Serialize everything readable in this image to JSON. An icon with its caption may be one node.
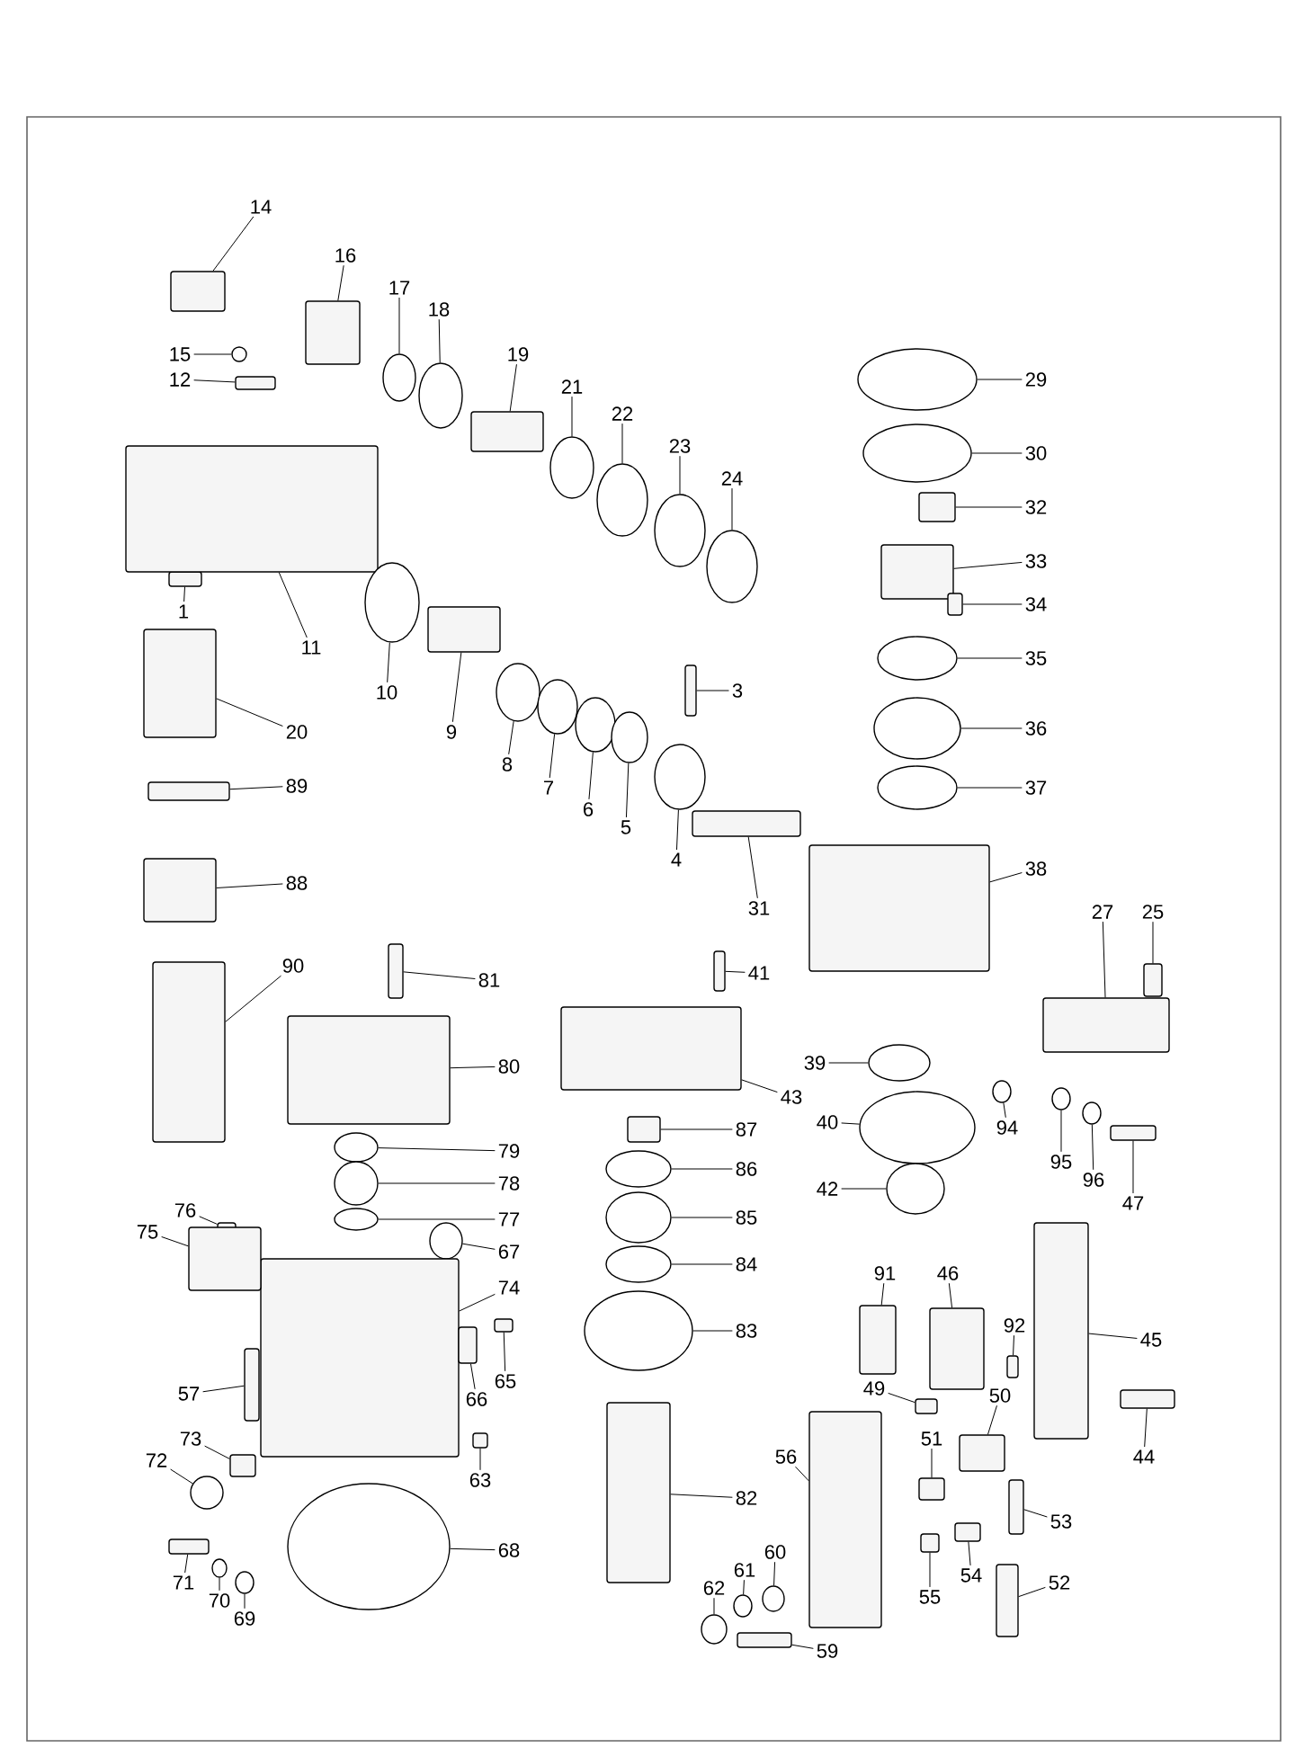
{
  "diagram": {
    "nodes": [
      {
        "text": [
          "14"
        ]
      },
      {
        "text": [
          "16"
        ]
      },
      {
        "text": [
          "15"
        ]
      },
      {
        "text": [
          "12"
        ]
      },
      {
        "text": [
          "17"
        ]
      },
      {
        "text": [
          "18"
        ]
      },
      {
        "text": [
          "19"
        ]
      },
      {
        "text": [
          "21"
        ]
      },
      {
        "text": [
          "22"
        ]
      },
      {
        "text": [
          "23"
        ]
      },
      {
        "text": [
          "24"
        ]
      },
      {
        "text": [
          "1"
        ]
      },
      {
        "text": [
          "11"
        ]
      },
      {
        "text": [
          "10"
        ]
      },
      {
        "text": [
          "9"
        ]
      },
      {
        "text": [
          "8"
        ]
      },
      {
        "text": [
          "7"
        ]
      },
      {
        "text": [
          "6"
        ]
      },
      {
        "text": [
          "5"
        ]
      },
      {
        "text": [
          "20"
        ]
      },
      {
        "text": [
          "89"
        ]
      },
      {
        "text": [
          "88"
        ]
      },
      {
        "text": [
          "3"
        ]
      },
      {
        "text": [
          "4"
        ]
      },
      {
        "text": [
          "31"
        ]
      },
      {
        "text": [
          "29"
        ]
      },
      {
        "text": [
          "30"
        ]
      },
      {
        "text": [
          "32"
        ]
      },
      {
        "text": [
          "33"
        ]
      },
      {
        "text": [
          "34"
        ]
      },
      {
        "text": [
          "35"
        ]
      },
      {
        "text": [
          "36"
        ]
      },
      {
        "text": [
          "37"
        ]
      },
      {
        "text": [
          "38"
        ]
      },
      {
        "text": [
          "27"
        ]
      },
      {
        "text": [
          "25"
        ]
      },
      {
        "text": [
          "41"
        ]
      },
      {
        "text": [
          "43"
        ]
      },
      {
        "text": [
          "39"
        ]
      },
      {
        "text": [
          "40"
        ]
      },
      {
        "text": [
          "42"
        ]
      },
      {
        "text": [
          "94"
        ]
      },
      {
        "text": [
          "95"
        ]
      },
      {
        "text": [
          "96"
        ]
      },
      {
        "text": [
          "47"
        ]
      },
      {
        "text": [
          "87"
        ]
      },
      {
        "text": [
          "86"
        ]
      },
      {
        "text": [
          "85"
        ]
      },
      {
        "text": [
          "84"
        ]
      },
      {
        "text": [
          "83"
        ]
      },
      {
        "text": [
          "82"
        ]
      },
      {
        "text": [
          "91"
        ]
      },
      {
        "text": [
          "46"
        ]
      },
      {
        "text": [
          "92"
        ]
      },
      {
        "text": [
          "45"
        ]
      },
      {
        "text": [
          "44"
        ]
      },
      {
        "text": [
          "49"
        ]
      },
      {
        "text": [
          "50"
        ]
      },
      {
        "text": [
          "51"
        ]
      },
      {
        "text": [
          "56"
        ]
      },
      {
        "text": [
          "53"
        ]
      },
      {
        "text": [
          "54"
        ]
      },
      {
        "text": [
          "55"
        ]
      },
      {
        "text": [
          "52"
        ]
      },
      {
        "text": [
          "60"
        ]
      },
      {
        "text": [
          "61"
        ]
      },
      {
        "text": [
          "62"
        ]
      },
      {
        "text": [
          "59"
        ]
      },
      {
        "text": [
          "81"
        ]
      },
      {
        "text": [
          "80"
        ]
      },
      {
        "text": [
          "90"
        ]
      },
      {
        "text": [
          "79"
        ]
      },
      {
        "text": [
          "78"
        ]
      },
      {
        "text": [
          "77"
        ]
      },
      {
        "text": [
          "67"
        ]
      },
      {
        "text": [
          "74"
        ]
      },
      {
        "text": [
          "76"
        ]
      },
      {
        "text": [
          "75"
        ]
      },
      {
        "text": [
          "57"
        ]
      },
      {
        "text": [
          "65"
        ]
      },
      {
        "text": [
          "66"
        ]
      },
      {
        "text": [
          "63"
        ]
      },
      {
        "text": [
          "73"
        ]
      },
      {
        "text": [
          "72"
        ]
      },
      {
        "text": [
          "68"
        ]
      },
      {
        "text": [
          "71"
        ]
      },
      {
        "text": [
          "70"
        ]
      },
      {
        "text": [
          "69"
        ]
      },
      {
        "text": [],
        "shape": "box"
      },
      {
        "text": [],
        "shape": "box"
      },
      {
        "text": [],
        "shape": "circle"
      },
      {
        "text": [],
        "shape": "box"
      },
      {
        "text": [],
        "shape": "circle"
      },
      {
        "text": [],
        "shape": "circle"
      },
      {
        "text": [],
        "shape": "box"
      },
      {
        "text": [],
        "shape": "circle"
      },
      {
        "text": [],
        "shape": "circle"
      },
      {
        "text": [],
        "shape": "circle"
      },
      {
        "text": [],
        "shape": "circle"
      },
      {
        "text": [],
        "shape": "box"
      },
      {
        "text": [],
        "shape": "box"
      },
      {
        "text": [],
        "shape": "circle"
      },
      {
        "text": [],
        "shape": "box"
      },
      {
        "text": [],
        "shape": "circle"
      },
      {
        "text": [],
        "shape": "circle"
      },
      {
        "text": [],
        "shape": "circle"
      },
      {
        "text": [],
        "shape": "circle"
      },
      {
        "text": [],
        "shape": "box"
      },
      {
        "text": [],
        "shape": "box"
      },
      {
        "text": [],
        "shape": "box"
      },
      {
        "text": [],
        "shape": "box"
      },
      {
        "text": [],
        "shape": "circle"
      },
      {
        "text": [],
        "shape": "box"
      },
      {
        "text": [],
        "shape": "circle"
      },
      {
        "text": [],
        "shape": "circle"
      },
      {
        "text": [],
        "shape": "box"
      },
      {
        "text": [],
        "shape": "box"
      },
      {
        "text": [],
        "shape": "box"
      },
      {
        "text": [],
        "shape": "circle"
      },
      {
        "text": [],
        "shape": "circle"
      },
      {
        "text": [],
        "shape": "circle"
      },
      {
        "text": [],
        "shape": "box"
      },
      {
        "text": [],
        "shape": "box"
      },
      {
        "text": [],
        "shape": "box"
      },
      {
        "text": [],
        "shape": "box"
      },
      {
        "text": [],
        "shape": "box"
      },
      {
        "text": [],
        "shape": "circle"
      },
      {
        "text": [],
        "shape": "circle"
      },
      {
        "text": [],
        "shape": "circle"
      },
      {
        "text": [],
        "shape": "circle"
      },
      {
        "text": [],
        "shape": "circle"
      },
      {
        "text": [],
        "shape": "circle"
      },
      {
        "text": [],
        "shape": "box"
      },
      {
        "text": [],
        "shape": "box"
      },
      {
        "text": [],
        "shape": "circle"
      },
      {
        "text": [],
        "shape": "circle"
      },
      {
        "text": [],
        "shape": "circle"
      },
      {
        "text": [],
        "shape": "circle"
      },
      {
        "text": [],
        "shape": "box"
      },
      {
        "text": [],
        "shape": "box"
      },
      {
        "text": [],
        "shape": "box"
      },
      {
        "text": [],
        "shape": "box"
      },
      {
        "text": [],
        "shape": "box"
      },
      {
        "text": [],
        "shape": "box"
      },
      {
        "text": [],
        "shape": "box"
      },
      {
        "text": [],
        "shape": "box"
      },
      {
        "text": [],
        "shape": "box"
      },
      {
        "text": [],
        "shape": "box"
      },
      {
        "text": [],
        "shape": "box"
      },
      {
        "text": [],
        "shape": "box"
      },
      {
        "text": [],
        "shape": "box"
      },
      {
        "text": [],
        "shape": "box"
      },
      {
        "text": [],
        "shape": "circle"
      },
      {
        "text": [],
        "shape": "circle"
      },
      {
        "text": [],
        "shape": "circle"
      },
      {
        "text": [],
        "shape": "box"
      },
      {
        "text": [],
        "shape": "box"
      },
      {
        "text": [],
        "shape": "box"
      },
      {
        "text": [],
        "shape": "box"
      },
      {
        "text": [],
        "shape": "circle"
      },
      {
        "text": [],
        "shape": "circle"
      },
      {
        "text": [],
        "shape": "circle"
      },
      {
        "text": [],
        "shape": "circle"
      },
      {
        "text": [],
        "shape": "box"
      },
      {
        "text": [],
        "shape": "box"
      },
      {
        "text": [],
        "shape": "box"
      },
      {
        "text": [],
        "shape": "box"
      },
      {
        "text": [],
        "shape": "box"
      },
      {
        "text": [],
        "shape": "box"
      },
      {
        "text": [],
        "shape": "box"
      },
      {
        "text": [],
        "shape": "box"
      },
      {
        "text": [],
        "shape": "circle"
      },
      {
        "text": [],
        "shape": "circle"
      },
      {
        "text": [],
        "shape": "box"
      },
      {
        "text": [],
        "shape": "circle"
      },
      {
        "text": [],
        "shape": "circle"
      }
    ],
    "edges": [
      {
        "from": 0,
        "to": 88,
        "arrow": "none"
      },
      {
        "from": 1,
        "to": 89,
        "arrow": "none"
      },
      {
        "from": 2,
        "to": 90,
        "arrow": "none"
      },
      {
        "from": 3,
        "to": 91,
        "arrow": "none"
      },
      {
        "from": 4,
        "to": 92,
        "arrow": "none"
      },
      {
        "from": 5,
        "to": 93,
        "arrow": "none"
      },
      {
        "from": 6,
        "to": 94,
        "arrow": "none"
      },
      {
        "from": 7,
        "to": 95,
        "arrow": "none"
      },
      {
        "from": 8,
        "to": 96,
        "arrow": "none"
      },
      {
        "from": 9,
        "to": 97,
        "arrow": "none"
      },
      {
        "from": 10,
        "to": 98,
        "arrow": "none"
      },
      {
        "from": 11,
        "to": 99,
        "arrow": "none"
      },
      {
        "from": 12,
        "to": 100,
        "arrow": "none"
      },
      {
        "from": 13,
        "to": 101,
        "arrow": "none"
      },
      {
        "from": 14,
        "to": 102,
        "arrow": "none"
      },
      {
        "from": 15,
        "to": 103,
        "arrow": "none"
      },
      {
        "from": 16,
        "to": 104,
        "arrow": "none"
      },
      {
        "from": 17,
        "to": 105,
        "arrow": "none"
      },
      {
        "from": 18,
        "to": 106,
        "arrow": "none"
      },
      {
        "from": 19,
        "to": 107,
        "arrow": "none"
      },
      {
        "from": 20,
        "to": 108,
        "arrow": "none"
      },
      {
        "from": 21,
        "to": 109,
        "arrow": "none"
      },
      {
        "from": 22,
        "to": 110,
        "arrow": "none"
      },
      {
        "from": 23,
        "to": 111,
        "arrow": "none"
      },
      {
        "from": 24,
        "to": 112,
        "arrow": "none"
      },
      {
        "from": 25,
        "to": 113,
        "arrow": "none"
      },
      {
        "from": 26,
        "to": 114,
        "arrow": "none"
      },
      {
        "from": 27,
        "to": 115,
        "arrow": "none"
      },
      {
        "from": 28,
        "to": 116,
        "arrow": "none"
      },
      {
        "from": 29,
        "to": 117,
        "arrow": "none"
      },
      {
        "from": 30,
        "to": 118,
        "arrow": "none"
      },
      {
        "from": 31,
        "to": 119,
        "arrow": "none"
      },
      {
        "from": 32,
        "to": 120,
        "arrow": "none"
      },
      {
        "from": 33,
        "to": 121,
        "arrow": "none"
      },
      {
        "from": 34,
        "to": 122,
        "arrow": "none"
      },
      {
        "from": 35,
        "to": 123,
        "arrow": "none"
      },
      {
        "from": 36,
        "to": 124,
        "arrow": "none"
      },
      {
        "from": 37,
        "to": 125,
        "arrow": "none"
      },
      {
        "from": 38,
        "to": 126,
        "arrow": "none"
      },
      {
        "from": 39,
        "to": 127,
        "arrow": "none"
      },
      {
        "from": 40,
        "to": 128,
        "arrow": "none"
      },
      {
        "from": 41,
        "to": 129,
        "arrow": "none"
      },
      {
        "from": 42,
        "to": 130,
        "arrow": "none"
      },
      {
        "from": 43,
        "to": 131,
        "arrow": "none"
      },
      {
        "from": 44,
        "to": 132,
        "arrow": "none"
      },
      {
        "from": 45,
        "to": 133,
        "arrow": "none"
      },
      {
        "from": 46,
        "to": 134,
        "arrow": "none"
      },
      {
        "from": 47,
        "to": 135,
        "arrow": "none"
      },
      {
        "from": 48,
        "to": 136,
        "arrow": "none"
      },
      {
        "from": 49,
        "to": 137,
        "arrow": "none"
      },
      {
        "from": 50,
        "to": 138,
        "arrow": "none"
      },
      {
        "from": 51,
        "to": 139,
        "arrow": "none"
      },
      {
        "from": 52,
        "to": 140,
        "arrow": "none"
      },
      {
        "from": 53,
        "to": 141,
        "arrow": "none"
      },
      {
        "from": 54,
        "to": 142,
        "arrow": "none"
      },
      {
        "from": 55,
        "to": 143,
        "arrow": "none"
      },
      {
        "from": 56,
        "to": 144,
        "arrow": "none"
      },
      {
        "from": 57,
        "to": 145,
        "arrow": "none"
      },
      {
        "from": 58,
        "to": 146,
        "arrow": "none"
      },
      {
        "from": 59,
        "to": 147,
        "arrow": "none"
      },
      {
        "from": 60,
        "to": 148,
        "arrow": "none"
      },
      {
        "from": 61,
        "to": 149,
        "arrow": "none"
      },
      {
        "from": 62,
        "to": 150,
        "arrow": "none"
      },
      {
        "from": 63,
        "to": 151,
        "arrow": "none"
      },
      {
        "from": 64,
        "to": 152,
        "arrow": "none"
      },
      {
        "from": 65,
        "to": 153,
        "arrow": "none"
      },
      {
        "from": 66,
        "to": 154,
        "arrow": "none"
      },
      {
        "from": 67,
        "to": 155,
        "arrow": "none"
      },
      {
        "from": 68,
        "to": 156,
        "arrow": "none"
      },
      {
        "from": 69,
        "to": 157,
        "arrow": "none"
      },
      {
        "from": 70,
        "to": 158,
        "arrow": "none"
      },
      {
        "from": 71,
        "to": 159,
        "arrow": "none"
      },
      {
        "from": 72,
        "to": 160,
        "arrow": "none"
      },
      {
        "from": 73,
        "to": 161,
        "arrow": "none"
      },
      {
        "from": 74,
        "to": 162,
        "arrow": "none"
      },
      {
        "from": 75,
        "to": 163,
        "arrow": "none"
      },
      {
        "from": 76,
        "to": 164,
        "arrow": "none"
      },
      {
        "from": 77,
        "to": 165,
        "arrow": "none"
      },
      {
        "from": 78,
        "to": 166,
        "arrow": "none"
      },
      {
        "from": 79,
        "to": 167,
        "arrow": "none"
      },
      {
        "from": 80,
        "to": 168,
        "arrow": "none"
      },
      {
        "from": 81,
        "to": 169,
        "arrow": "none"
      },
      {
        "from": 82,
        "to": 170,
        "arrow": "none"
      },
      {
        "from": 83,
        "to": 171,
        "arrow": "none"
      },
      {
        "from": 84,
        "to": 172,
        "arrow": "none"
      },
      {
        "from": 85,
        "to": 173,
        "arrow": "none"
      },
      {
        "from": 86,
        "to": 174,
        "arrow": "none"
      },
      {
        "from": 87,
        "to": 175,
        "arrow": "none"
      }
    ]
  }
}
